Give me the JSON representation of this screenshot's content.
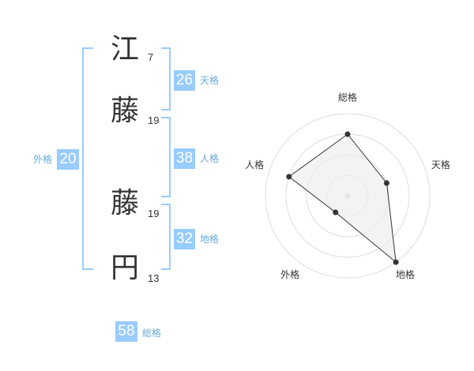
{
  "name": {
    "chars": [
      {
        "char": "江",
        "strokes": "7"
      },
      {
        "char": "藤",
        "strokes": "19"
      },
      {
        "char": "藤",
        "strokes": "19"
      },
      {
        "char": "円",
        "strokes": "13"
      }
    ]
  },
  "fortunes": {
    "tenkaku": {
      "label": "天格",
      "value": "26"
    },
    "jinkaku": {
      "label": "人格",
      "value": "38"
    },
    "chikaku": {
      "label": "地格",
      "value": "32"
    },
    "gaikaku": {
      "label": "外格",
      "value": "20"
    },
    "soukaku": {
      "label": "総格",
      "value": "58"
    }
  },
  "chart_data": {
    "type": "radar",
    "axes": [
      "総格",
      "天格",
      "地格",
      "外格",
      "人格"
    ],
    "max": 4,
    "values": [
      3,
      2,
      4,
      1,
      3
    ],
    "colors": {
      "line": "#333333",
      "fill": "#eeeeee",
      "grid": "#dddddd",
      "point": "#333333",
      "center": "#cccccc"
    }
  },
  "colors": {
    "accent": "#99ccff",
    "label": "#66aadd"
  }
}
